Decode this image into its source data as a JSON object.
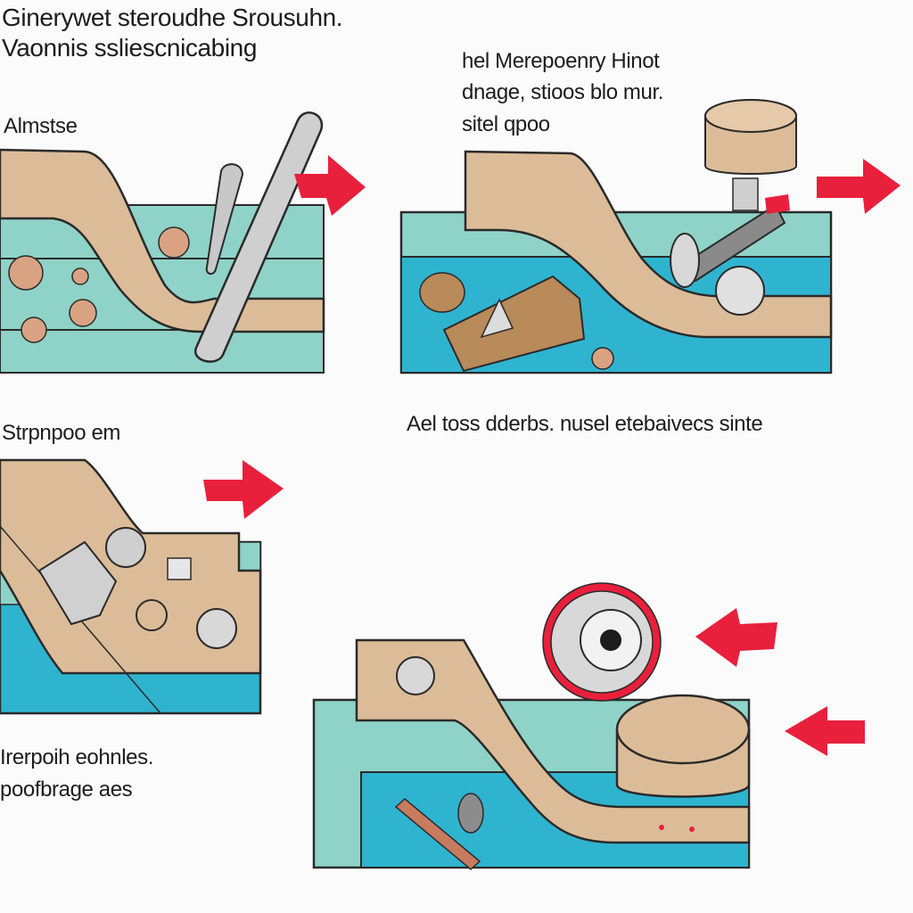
{
  "header": {
    "title_line1": "Ginerywet steroudhe Srousuhn.",
    "title_line2": "Vaonnis ssliescnicabing"
  },
  "panels": [
    {
      "id": "top-left",
      "label": "Almstse"
    },
    {
      "id": "top-right",
      "caption_line1": "hel Merepoenry Hinot",
      "caption_line2": "dnage, stioos blo mur.",
      "caption_line3": "sitel qpoo"
    },
    {
      "id": "middle-left",
      "label": "Strpnpoo em"
    },
    {
      "id": "middle-right",
      "caption": "Ael toss dderbs. nusel etebaivecs sinte"
    },
    {
      "id": "bottom-left",
      "caption_line1": "Irerpoih eohnles.",
      "caption_line2": "poofbrage aes"
    }
  ],
  "colors": {
    "wood": "#dcbc98",
    "wood_outline": "#2a2a2a",
    "water_light": "#8fd3c8",
    "water_mid": "#5ec4c4",
    "water_deep": "#2fb4d0",
    "arrow_red": "#e8203c",
    "tool_gray": "#c8c8c8",
    "pebble": "#d9a383"
  }
}
